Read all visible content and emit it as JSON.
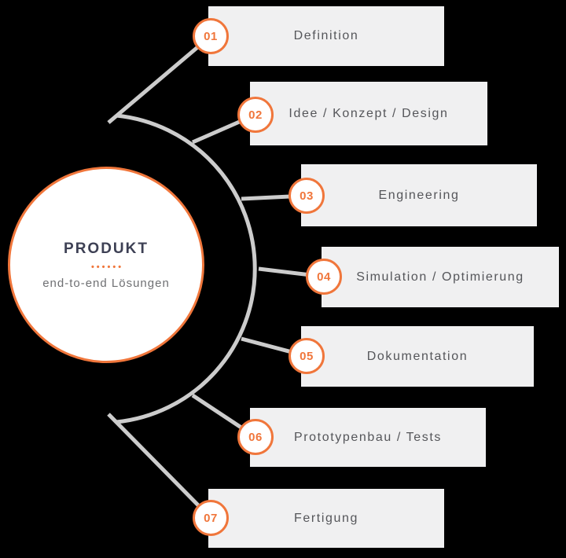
{
  "diagram": {
    "center": {
      "title": "PRODUKT",
      "dots": "••••••",
      "subtitle": "end-to-end Lösungen"
    },
    "steps": [
      {
        "number": "01",
        "label": "Definition"
      },
      {
        "number": "02",
        "label": "Idee / Konzept / Design"
      },
      {
        "number": "03",
        "label": "Engineering"
      },
      {
        "number": "04",
        "label": "Simulation / Optimierung"
      },
      {
        "number": "05",
        "label": "Dokumentation"
      },
      {
        "number": "06",
        "label": "Prototypenbau / Tests"
      },
      {
        "number": "07",
        "label": "Fertigung"
      }
    ],
    "colors": {
      "accent": "#F0763B",
      "box_background": "#F0F0F1",
      "box_text": "#55565A",
      "connector_line": "#CCCCCC",
      "title_text": "#3D4054",
      "subtitle_text": "#6F7073",
      "background": "#000000"
    }
  }
}
